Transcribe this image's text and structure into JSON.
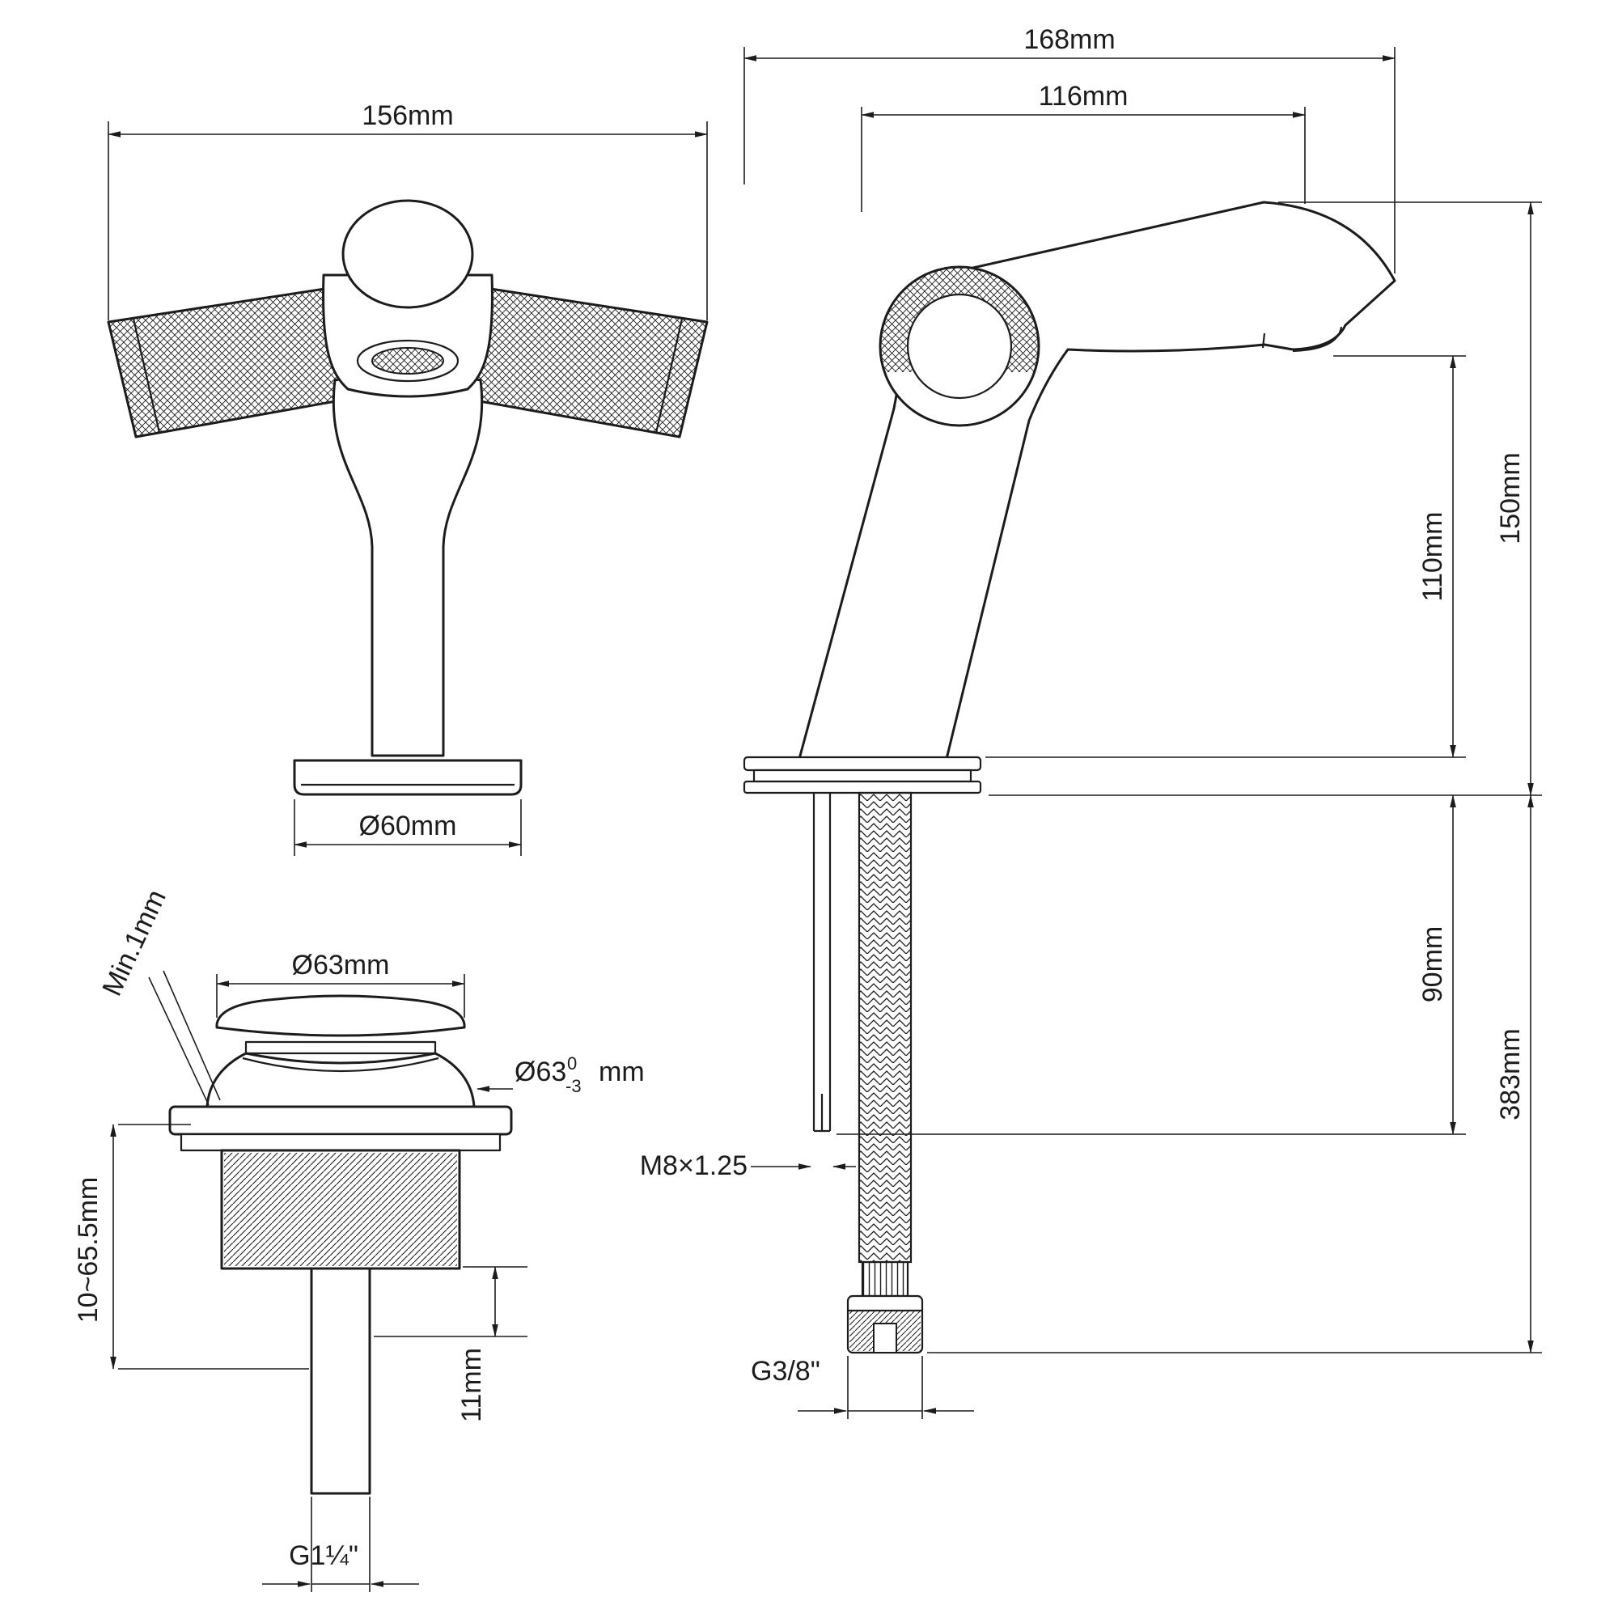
{
  "colors": {
    "line": "#1c1c1c",
    "background": "#ffffff"
  },
  "front_view": {
    "width": "156mm",
    "base_diameter": "Ø60mm"
  },
  "side_view": {
    "overall_reach": "168mm",
    "spout_reach": "116mm",
    "overall_height": "150mm",
    "spout_height": "110mm",
    "rod_length": "90mm",
    "hose_length": "383mm",
    "rod_thread": "M8×1.25",
    "hose_thread": "G3/8\""
  },
  "drain_view": {
    "cap_diameter": "Ø63mm",
    "min_gap": "Min.1mm",
    "flange_diameter_base": "Ø63",
    "flange_tol_upper": "0",
    "flange_tol_lower": "-3",
    "flange_diameter_unit": "mm",
    "deck_thickness_range": "10~65.5mm",
    "thread_length": "11mm",
    "waste_thread": "G1¼\""
  }
}
